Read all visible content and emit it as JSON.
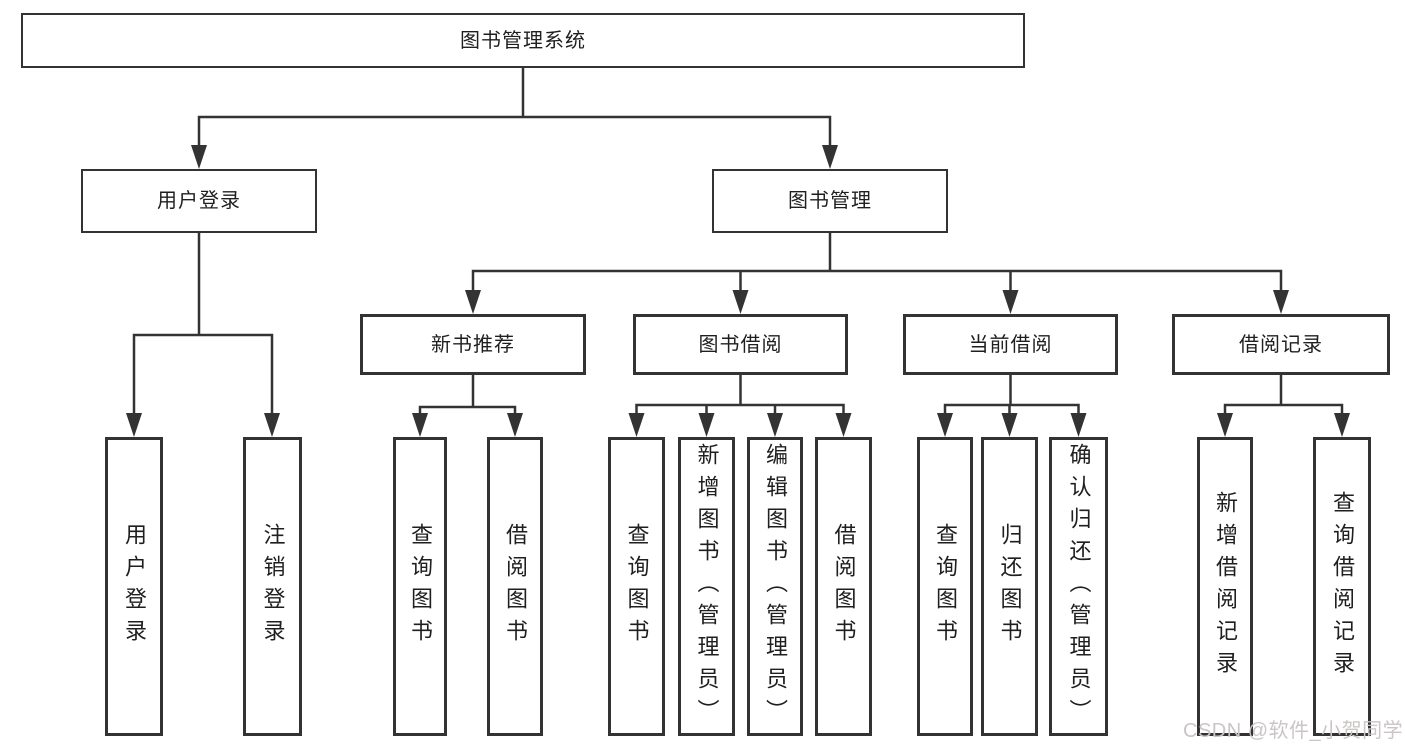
{
  "diagram_type": "function-structure-tree",
  "nodes": {
    "root": {
      "label": "图书管理系统"
    },
    "level2": [
      {
        "label": "用户登录",
        "parent": "图书管理系统"
      },
      {
        "label": "图书管理",
        "parent": "图书管理系统"
      }
    ],
    "level3": [
      {
        "label": "新书推荐",
        "parent": "图书管理"
      },
      {
        "label": "图书借阅",
        "parent": "图书管理"
      },
      {
        "label": "当前借阅",
        "parent": "图书管理"
      },
      {
        "label": "借阅记录",
        "parent": "图书管理"
      }
    ],
    "leaves": [
      {
        "label": "用户登录",
        "parent": "用户登录"
      },
      {
        "label": "注销登录",
        "parent": "用户登录"
      },
      {
        "label": "查询图书",
        "parent": "新书推荐"
      },
      {
        "label": "借阅图书",
        "parent": "新书推荐"
      },
      {
        "label": "查询图书",
        "parent": "图书借阅"
      },
      {
        "label": "新增图书（管理员）",
        "parent": "图书借阅"
      },
      {
        "label": "编辑图书（管理员）",
        "parent": "图书借阅"
      },
      {
        "label": "借阅图书",
        "parent": "图书借阅"
      },
      {
        "label": "查询图书",
        "parent": "当前借阅"
      },
      {
        "label": "归还图书",
        "parent": "当前借阅"
      },
      {
        "label": "确认归还（管理员）",
        "parent": "当前借阅"
      },
      {
        "label": "新增借阅记录",
        "parent": "借阅记录"
      },
      {
        "label": "查询借阅记录",
        "parent": "借阅记录"
      }
    ]
  },
  "watermark": "CSDN @软件_小贺同学",
  "colors": {
    "line": "#333333",
    "text": "#1f1f1f",
    "background": "#ffffff",
    "watermark": "#cbc5c5"
  }
}
